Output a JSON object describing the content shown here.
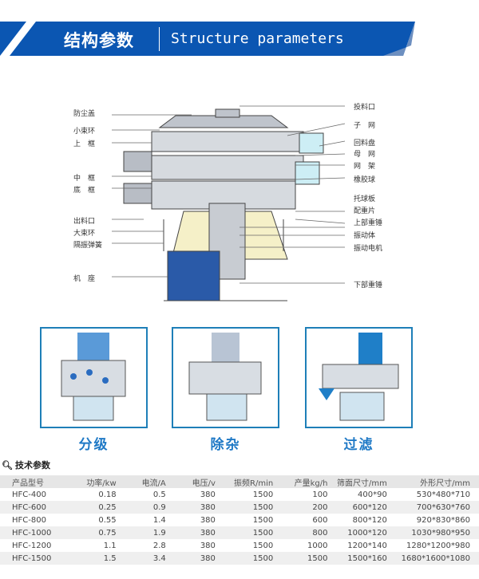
{
  "banner": {
    "title_cn": "结构参数",
    "title_en": "Structure parameters",
    "color": "#0b56b2"
  },
  "diagram": {
    "left_labels": [
      "防尘盖",
      "小束环",
      "上　框",
      "中　框",
      "底　框",
      "出料口",
      "大束环",
      "隔振弹簧",
      "机　座"
    ],
    "right_labels": [
      "投料口",
      "子　网",
      "回料盘",
      "母　网",
      "网　架",
      "橡胶球",
      "托球板",
      "配重片",
      "上部重锤",
      "振动体",
      "振动电机",
      "下部重锤"
    ]
  },
  "panels": [
    {
      "caption": "分级"
    },
    {
      "caption": "除杂"
    },
    {
      "caption": "过滤"
    }
  ],
  "specs": {
    "title": "技术参数",
    "headers": [
      "产品型号",
      "功率/kw",
      "电流/A",
      "电压/v",
      "振频R/min",
      "产量kg/h",
      "筛面尺寸/mm",
      "外形尺寸/mm"
    ],
    "rows": [
      [
        "HFC-400",
        "0.18",
        "0.5",
        "380",
        "1500",
        "100",
        "400*90",
        "530*480*710"
      ],
      [
        "HFC-600",
        "0.25",
        "0.9",
        "380",
        "1500",
        "200",
        "600*120",
        "700*630*760"
      ],
      [
        "HFC-800",
        "0.55",
        "1.4",
        "380",
        "1500",
        "600",
        "800*120",
        "920*830*860"
      ],
      [
        "HFC-1000",
        "0.75",
        "1.9",
        "380",
        "1500",
        "800",
        "1000*120",
        "1030*980*950"
      ],
      [
        "HFC-1200",
        "1.1",
        "2.8",
        "380",
        "1500",
        "1000",
        "1200*140",
        "1280*1200*980"
      ],
      [
        "HFC-1500",
        "1.5",
        "3.4",
        "380",
        "1500",
        "1500",
        "1500*160",
        "1680*1600*1080"
      ]
    ]
  }
}
